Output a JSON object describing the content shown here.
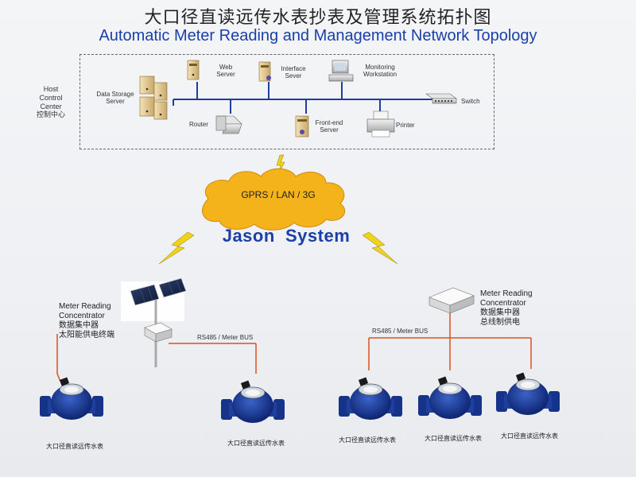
{
  "title_cn": "大口径直读远传水表抄表及管理系统拓扑图",
  "title_en": "Automatic Meter Reading and Management Network Topology",
  "host": {
    "line1": "Host",
    "line2": "Control",
    "line3": "Center",
    "line4": "控制中心"
  },
  "nodes": {
    "data_storage": [
      "Data Storage",
      "Server"
    ],
    "web_server": [
      "Web",
      "Server"
    ],
    "interface_server": [
      "Interface",
      "Sever"
    ],
    "monitoring": [
      "Monitoring",
      "Workstation"
    ],
    "switch": "Switch",
    "router": "Router",
    "frontend": [
      "Front-end",
      "Server"
    ],
    "printer": "Printer"
  },
  "cloud": "GPRS / LAN / 3G",
  "system_name": "Jason  System",
  "left_concentrator": {
    "line1": "Meter Reading",
    "line2": "Concentrator",
    "line3": "数据集中器",
    "line4": "太阳能供电终端"
  },
  "right_concentrator": {
    "line1": "Meter Reading",
    "line2": "Concentrator",
    "line3": "数据集中器",
    "line4": "总线制供电"
  },
  "bus_label": "RS485 / Meter BUS",
  "meter_label": "大口径直读远传水表",
  "colors": {
    "title_blue": "#1a3fa8",
    "network_line": "#1d3f9c",
    "bus_line": "#d9531e",
    "cloud": "#f4b21b",
    "meter_blue": "#1e3f9e",
    "bolt": "#f0d21a"
  }
}
